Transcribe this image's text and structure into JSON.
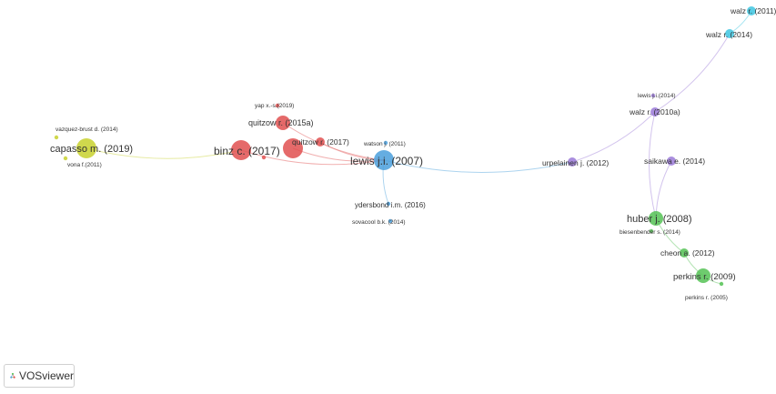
{
  "app": {
    "name": "VOSviewer"
  },
  "colors": {
    "red": "#e05050",
    "blue": "#4a9fdc",
    "yellowgreen": "#c8d12e",
    "purple": "#9b7ad8",
    "green": "#55c255",
    "cyan": "#3ec6e0"
  },
  "nodes": [
    {
      "id": "capasso",
      "label": "capasso m. (2019)",
      "cluster": "yellowgreen",
      "size": "lg"
    },
    {
      "id": "vazquez",
      "label": "vazquez-brust d. (2014)",
      "cluster": "yellowgreen",
      "size": "xs"
    },
    {
      "id": "vona",
      "label": "vona f.(2011)",
      "cluster": "yellowgreen",
      "size": "xs"
    },
    {
      "id": "binz",
      "label": "binz c. (2017)",
      "cluster": "red",
      "size": "lg"
    },
    {
      "id": "yap",
      "label": "yap x.-s.(2019)",
      "cluster": "red",
      "size": "xs"
    },
    {
      "id": "quitzow2015a",
      "label": "quitzow r. (2015a)",
      "cluster": "red",
      "size": "md"
    },
    {
      "id": "quitzow2017",
      "label": "quitzow r. (2017)",
      "cluster": "red",
      "size": "sm"
    },
    {
      "id": "red_mid",
      "label": "",
      "cluster": "red",
      "size": "lg"
    },
    {
      "id": "red_small",
      "label": "",
      "cluster": "red",
      "size": "xs"
    },
    {
      "id": "lewis2007",
      "label": "lewis j.i. (2007)",
      "cluster": "blue",
      "size": "lg"
    },
    {
      "id": "watson",
      "label": "watson j. (2011)",
      "cluster": "blue",
      "size": "xs"
    },
    {
      "id": "ydersbond",
      "label": "ydersbond i.m. (2016)",
      "cluster": "blue",
      "size": "xs"
    },
    {
      "id": "sovacool",
      "label": "sovacool b.k. (2014)",
      "cluster": "blue",
      "size": "xs"
    },
    {
      "id": "urpelainen",
      "label": "urpelainen j. (2012)",
      "cluster": "purple",
      "size": "sm"
    },
    {
      "id": "lewis2014",
      "label": "lewis j.i.(2014)",
      "cluster": "purple",
      "size": "xs"
    },
    {
      "id": "walz2010a",
      "label": "walz r. (2010a)",
      "cluster": "purple",
      "size": "sm"
    },
    {
      "id": "saikawa",
      "label": "saikawa e. (2014)",
      "cluster": "purple",
      "size": "sm"
    },
    {
      "id": "walz2011",
      "label": "walz r. (2011)",
      "cluster": "cyan",
      "size": "sm"
    },
    {
      "id": "walz2014",
      "label": "walz r. (2014)",
      "cluster": "cyan",
      "size": "sm"
    },
    {
      "id": "huber",
      "label": "huber j. (2008)",
      "cluster": "green",
      "size": "md"
    },
    {
      "id": "biesenbender",
      "label": "biesenbender s. (2014)",
      "cluster": "green",
      "size": "xs"
    },
    {
      "id": "cheon",
      "label": "cheon a. (2012)",
      "cluster": "green",
      "size": "sm"
    },
    {
      "id": "perkins2009",
      "label": "perkins r. (2009)",
      "cluster": "green",
      "size": "md"
    },
    {
      "id": "perkins2005",
      "label": "perkins r. (2005)",
      "cluster": "green",
      "size": "xs"
    }
  ],
  "links": [
    [
      "capasso",
      "binz"
    ],
    [
      "binz",
      "lewis2007"
    ],
    [
      "red_mid",
      "lewis2007"
    ],
    [
      "quitzow2017",
      "lewis2007"
    ],
    [
      "quitzow2015a",
      "lewis2007"
    ],
    [
      "lewis2007",
      "urpelainen"
    ],
    [
      "urpelainen",
      "walz2010a"
    ],
    [
      "walz2010a",
      "walz2014"
    ],
    [
      "walz2014",
      "walz2011"
    ],
    [
      "walz2010a",
      "huber"
    ],
    [
      "saikawa",
      "huber"
    ],
    [
      "huber",
      "cheon"
    ],
    [
      "cheon",
      "perkins2009"
    ],
    [
      "perkins2009",
      "perkins2005"
    ],
    [
      "lewis2007",
      "ydersbond"
    ]
  ]
}
